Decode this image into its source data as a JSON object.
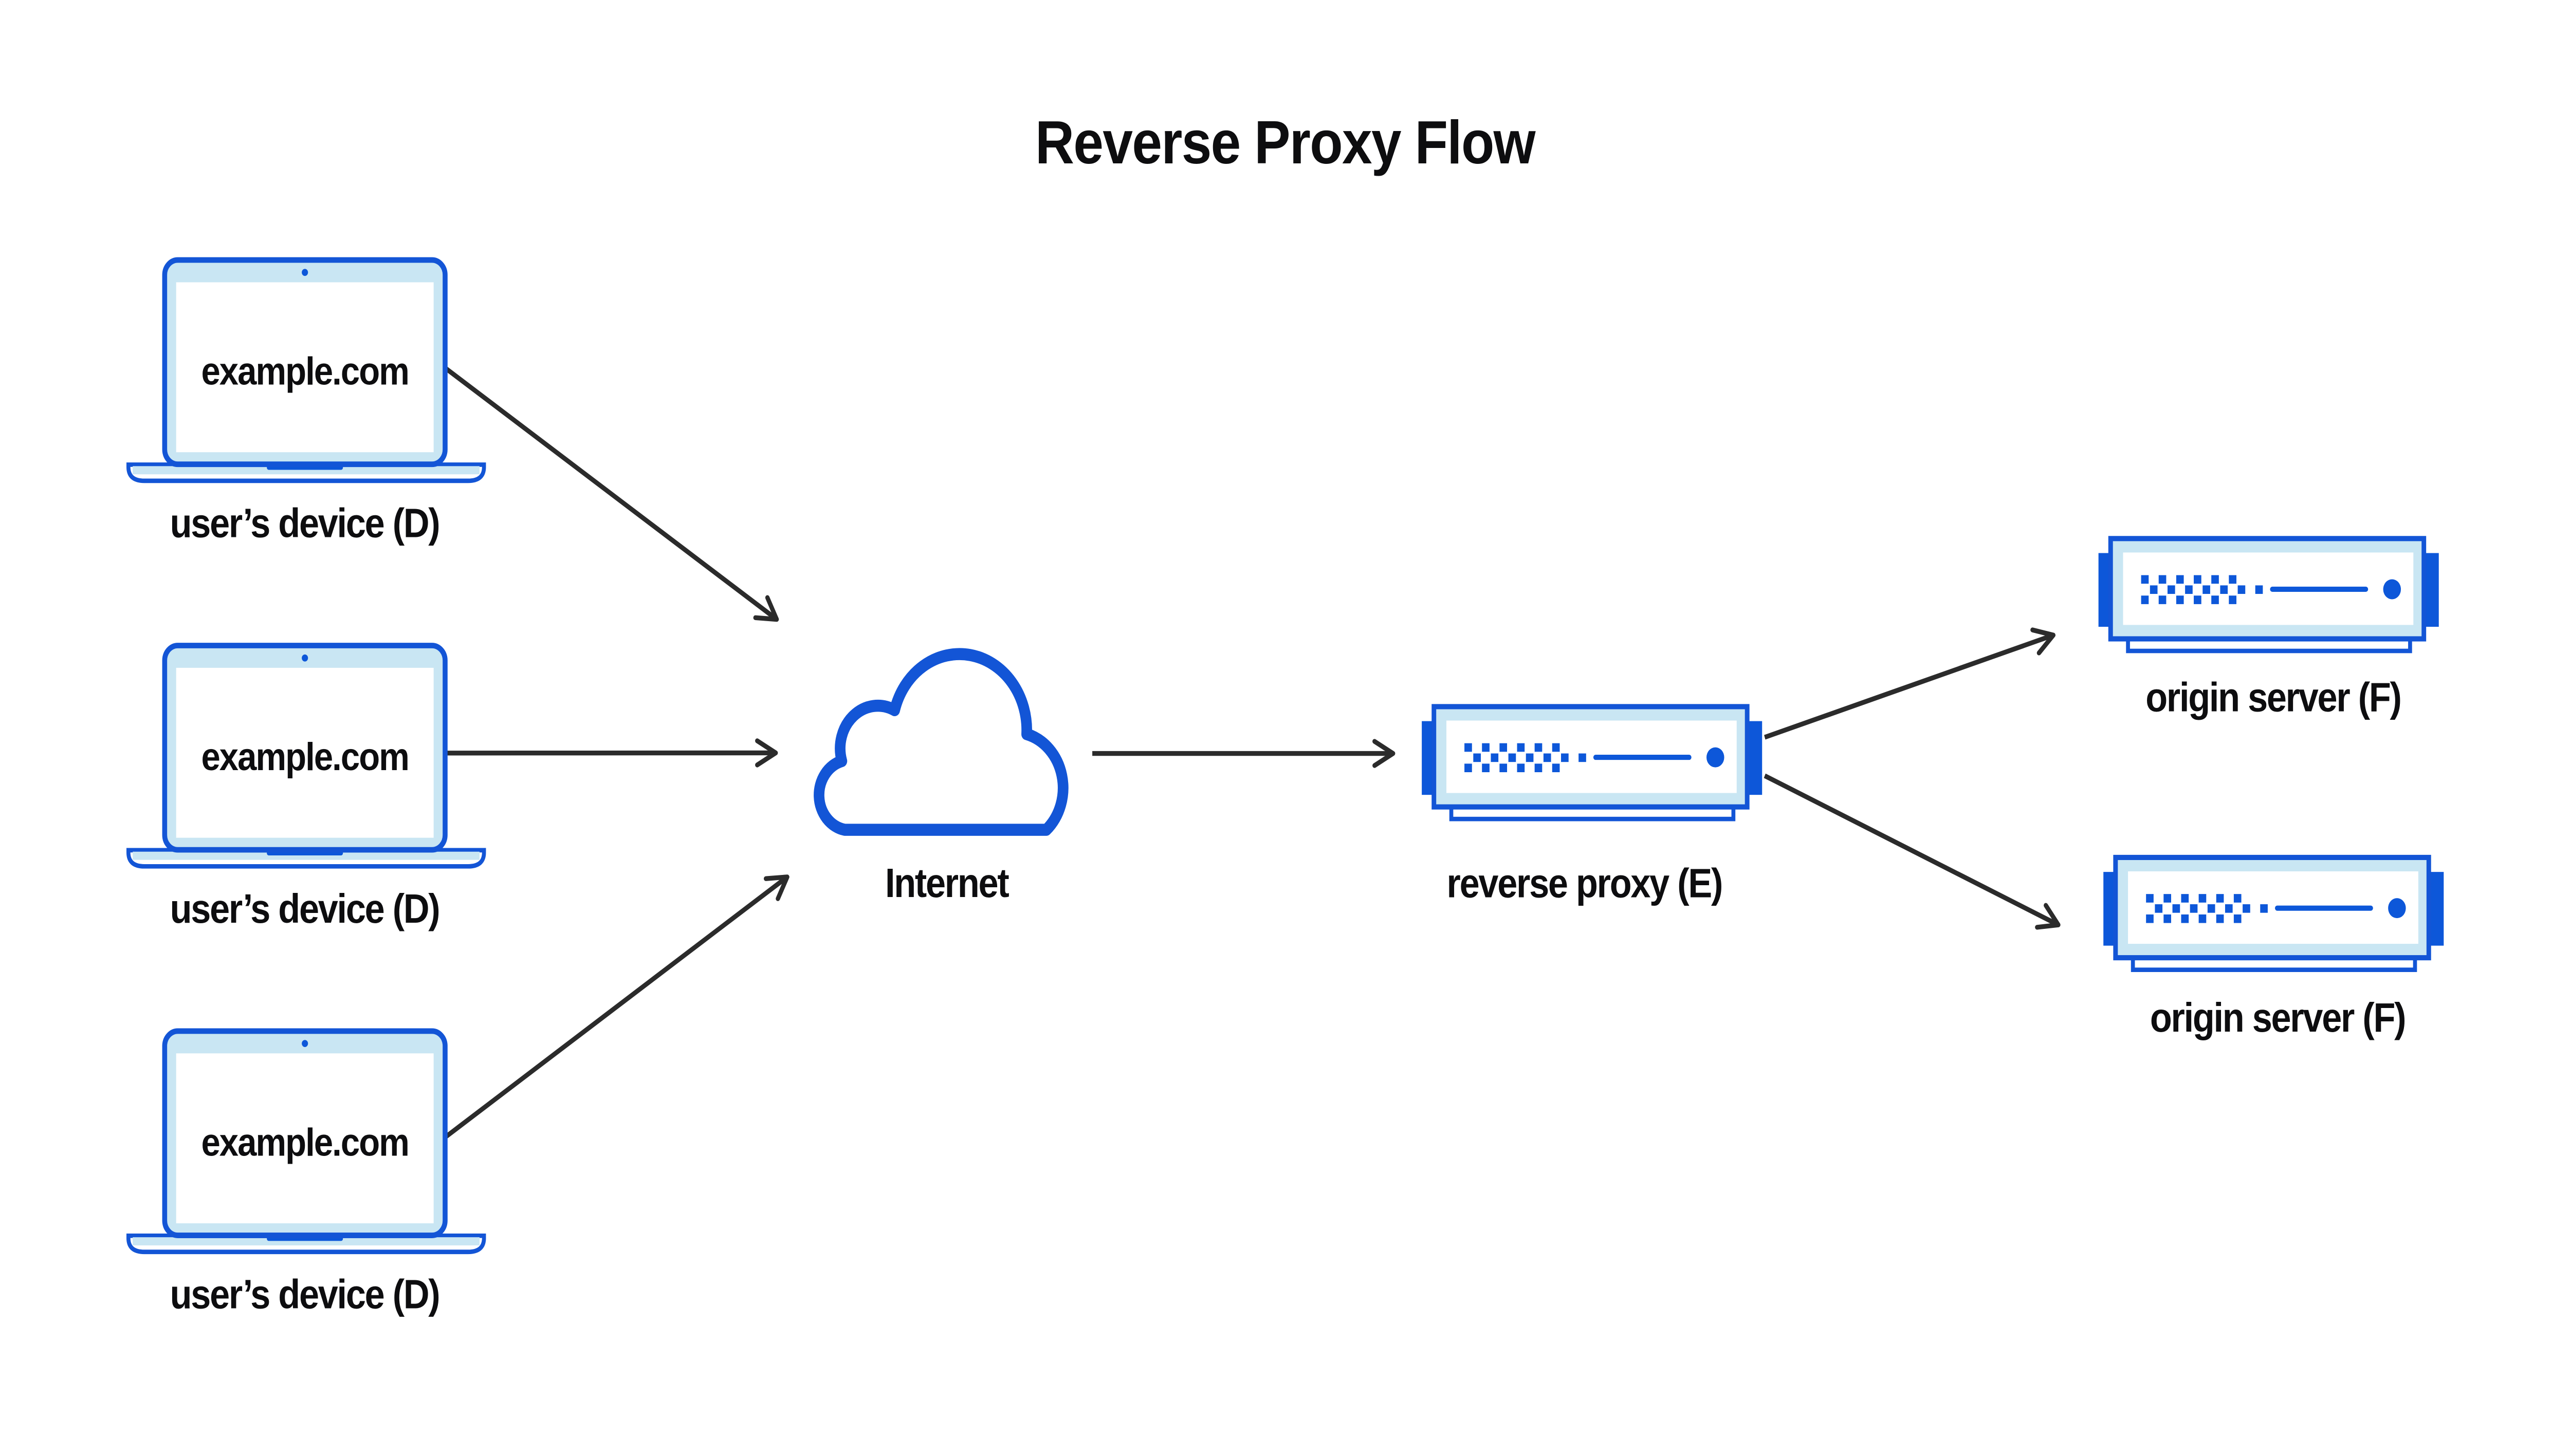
{
  "title": "Reverse Proxy Flow",
  "colors": {
    "accent_blue": "#0d57d9",
    "outline_blue": "#1355d6",
    "light_blue": "#c9e6f3",
    "arrow_color": "#2b2b2b",
    "text_color": "#0d0d0f",
    "bg_color": "#ffffff"
  },
  "nodes": {
    "devices": [
      {
        "icon": "laptop-icon",
        "screen_text": "example.com",
        "label": "user’s device (D)"
      },
      {
        "icon": "laptop-icon",
        "screen_text": "example.com",
        "label": "user’s device (D)"
      },
      {
        "icon": "laptop-icon",
        "screen_text": "example.com",
        "label": "user’s device (D)"
      }
    ],
    "internet": {
      "icon": "cloud-icon",
      "label": "Internet"
    },
    "reverse_proxy": {
      "icon": "server-icon",
      "label": "reverse proxy (E)"
    },
    "origin_servers": [
      {
        "icon": "server-icon",
        "label": "origin server (F)"
      },
      {
        "icon": "server-icon",
        "label": "origin server (F)"
      }
    ]
  },
  "edges": [
    {
      "from": "user-device-1",
      "to": "internet"
    },
    {
      "from": "user-device-2",
      "to": "internet"
    },
    {
      "from": "user-device-3",
      "to": "internet"
    },
    {
      "from": "internet",
      "to": "reverse-proxy"
    },
    {
      "from": "reverse-proxy",
      "to": "origin-server-1"
    },
    {
      "from": "reverse-proxy",
      "to": "origin-server-2"
    }
  ]
}
